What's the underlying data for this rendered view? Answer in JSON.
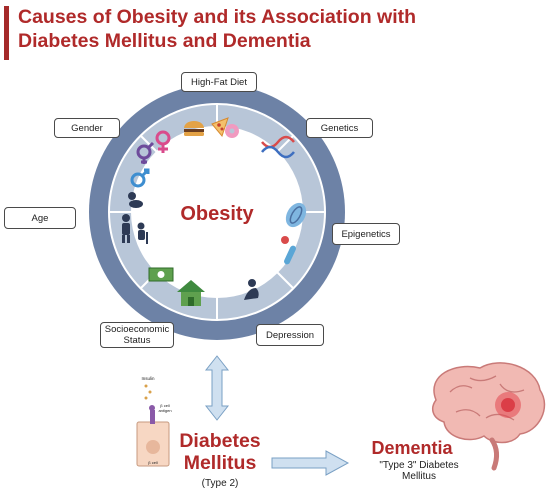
{
  "title": {
    "line1": "Causes of Obesity and its Association with",
    "line2": "Diabetes Mellitus and Dementia"
  },
  "center_label": "Obesity",
  "causes": {
    "high_fat_diet": "High-Fat Diet",
    "gender": "Gender",
    "genetics": "Genetics",
    "age": "Age",
    "epigenetics": "Epigenetics",
    "socioeconomic_line1": "Socioeconomic",
    "socioeconomic_line2": "Status",
    "depression": "Depression"
  },
  "cell": {
    "insulin": "Insulin",
    "receptor_line1": "β cell",
    "receptor_line2": "antigen",
    "cell_label": "β cell"
  },
  "diabetes": {
    "line1": "Diabetes",
    "line2": "Mellitus",
    "subtitle": "(Type 2)"
  },
  "dementia": {
    "label": "Dementia",
    "sub_line1": "\"Type 3\" Diabetes",
    "sub_line2": "Mellitus"
  },
  "colors": {
    "accent": "#b02a2a",
    "ring_outer": "#6d82a6",
    "ring_inner": "#b8c6d8",
    "arrow": "#cfe0f0"
  }
}
